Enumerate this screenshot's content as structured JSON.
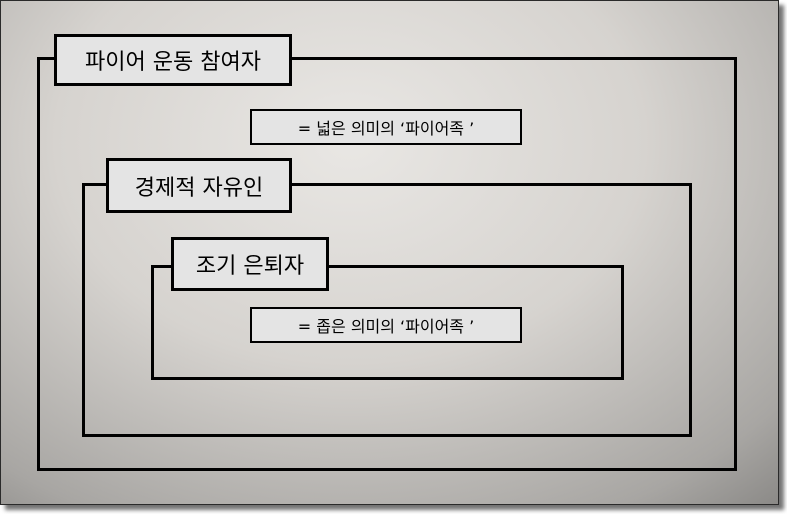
{
  "outer": {
    "label": "파이어 운동 참여자",
    "note": "= 넓은 의미의 ‘파이어족 ’"
  },
  "middle": {
    "label": "경제적 자유인"
  },
  "inner": {
    "label": "조기 은퇴자",
    "note": "= 좁은 의미의 ‘파이어족 ’"
  }
}
